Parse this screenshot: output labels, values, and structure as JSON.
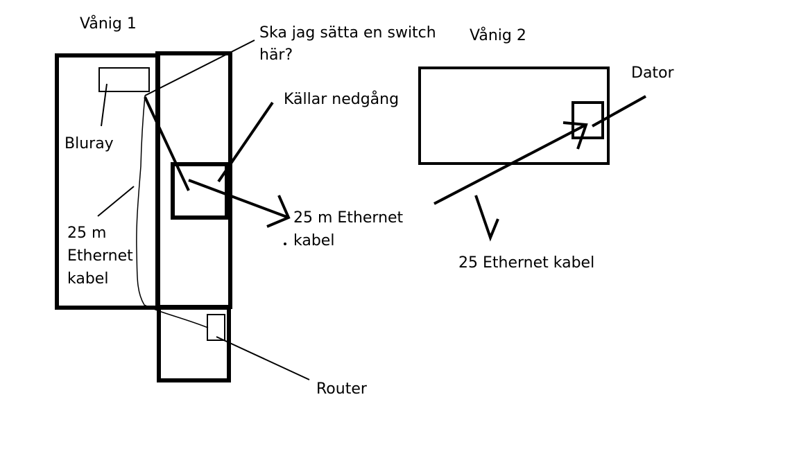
{
  "labels": {
    "floor1": "Vånig 1",
    "floor2": "Vånig 2",
    "question_line1": "Ska jag sätta en switch",
    "question_line2": "här?",
    "bluray": "Bluray",
    "basement_stairs": "Källar nedgång",
    "cable_left_1": "25 m",
    "cable_left_2": "Ethernet",
    "cable_left_3": "kabel",
    "cable_mid_1": "25 m Ethernet",
    "cable_mid_2": "kabel",
    "computer": "Dator",
    "cable_right": "25 Ethernet kabel",
    "router": "Router"
  }
}
